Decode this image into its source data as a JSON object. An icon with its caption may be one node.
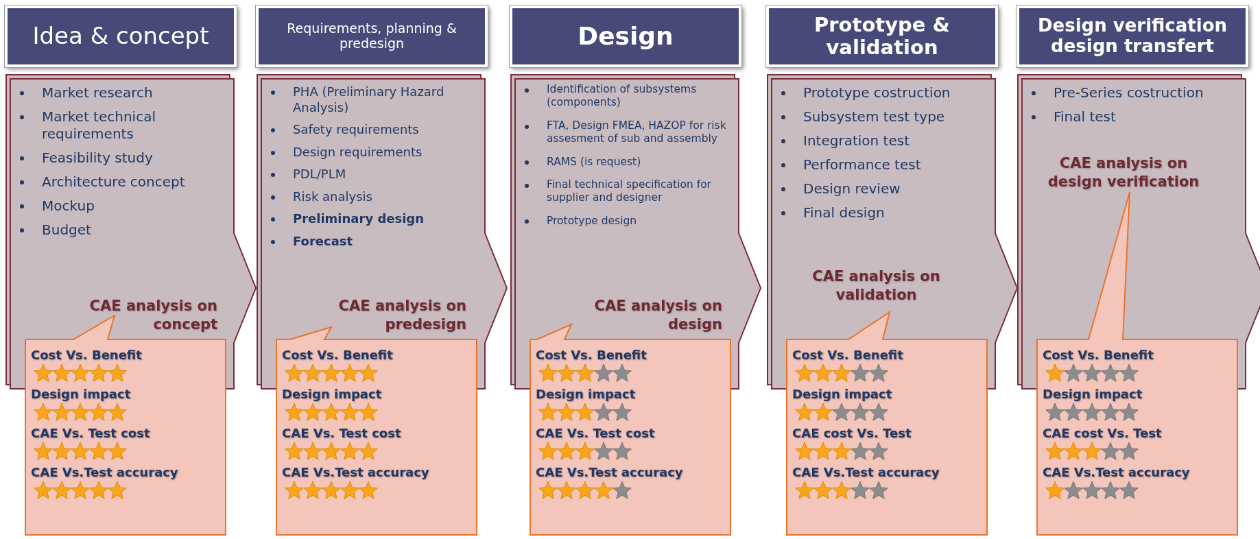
{
  "diagram": {
    "nodes": [
      {
        "text": [
          "Idea & concept"
        ]
      },
      {
        "text": [
          "Market research",
          "Market technical requirements",
          "Feasibility study",
          "Architecture concept",
          "Mockup",
          "Budget"
        ]
      },
      {
        "text": [
          "CAE analysis on concept"
        ],
        "in": 1
      },
      {
        "text": [
          "Cost Vs. Benefit",
          "Design impact",
          "CAE Vs. Test cost",
          "CAE Vs.Test accuracy"
        ]
      },
      {
        "text": [
          "Requirements, planning & predesign"
        ]
      },
      {
        "text": [
          "PHA (Preliminary Hazard Analysis)",
          "Safety requirements",
          "Design requirements",
          "PDL/PLM",
          "Risk analysis",
          "Preliminary design",
          "Forecast"
        ]
      },
      {
        "text": [
          "CAE analysis on predesign"
        ],
        "in": 5
      },
      {
        "text": [
          "Cost Vs. Benefit",
          "Design impact",
          "CAE Vs. Test cost",
          "CAE Vs.Test accuracy"
        ]
      },
      {
        "text": [
          "Design"
        ]
      },
      {
        "text": [
          "Identification of subsystems (components)",
          "FTA, Design FMEA, HAZOP for risk assesment of sub and assembly",
          "RAMS (is request)",
          "Final technical specification for supplier and designer",
          "Prototype design"
        ]
      },
      {
        "text": [
          "CAE analysis on design"
        ],
        "in": 9
      },
      {
        "text": [
          "Cost Vs. Benefit",
          "Design impact",
          "CAE Vs. Test cost",
          "CAE Vs.Test accuracy"
        ]
      },
      {
        "text": [
          "Prototype & validation"
        ]
      },
      {
        "text": [
          "Prototype costruction",
          "Subsystem test type",
          "Integration test",
          "Performance test",
          "Design review",
          "Final design"
        ]
      },
      {
        "text": [
          "CAE analysis on validation"
        ],
        "in": 13
      },
      {
        "text": [
          "Cost Vs. Benefit",
          "Design impact",
          "CAE cost Vs. Test",
          "CAE Vs.Test accuracy"
        ]
      },
      {
        "text": [
          "Design verification design transfert"
        ]
      },
      {
        "text": [
          "Pre-Series costruction",
          "Final test"
        ]
      },
      {
        "text": [
          "CAE analysis on design verification"
        ],
        "in": 17
      },
      {
        "text": [
          "Cost Vs. Benefit",
          "Design impact",
          "CAE cost Vs. Test",
          "CAE Vs.Test accuracy"
        ]
      }
    ]
  }
}
